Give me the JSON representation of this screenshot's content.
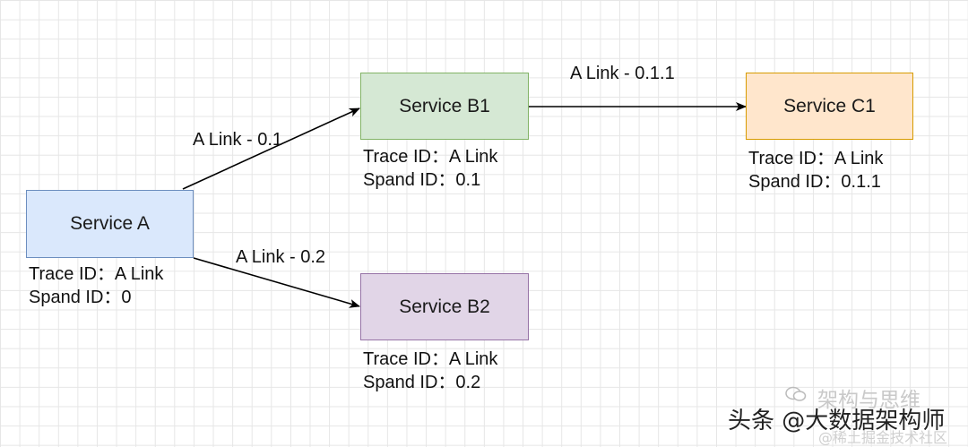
{
  "nodes": {
    "service_a": {
      "label": "Service A",
      "fill": "#dae8fc",
      "stroke": "#6c8ebf",
      "trace_line": "Trace ID：A Link",
      "span_line": "Spand ID：0"
    },
    "service_b1": {
      "label": "Service B1",
      "fill": "#d5e8d4",
      "stroke": "#82b366",
      "trace_line": "Trace ID：A Link",
      "span_line": "Spand ID：0.1"
    },
    "service_b2": {
      "label": "Service B2",
      "fill": "#e1d5e7",
      "stroke": "#9673a6",
      "trace_line": "Trace ID：A Link",
      "span_line": "Spand ID：0.2"
    },
    "service_c1": {
      "label": "Service C1",
      "fill": "#ffe6cc",
      "stroke": "#d79b00",
      "trace_line": "Trace ID：A Link",
      "span_line": "Spand ID：0.1.1"
    }
  },
  "edges": {
    "a_to_b1": "A Link - 0.1",
    "a_to_b2": "A Link - 0.2",
    "b1_to_c1": "A Link - 0.1.1"
  },
  "watermark": {
    "line1": "架构与思维",
    "line2": "头条 @大数据架构师",
    "line3": "@稀土掘金技术社区"
  }
}
